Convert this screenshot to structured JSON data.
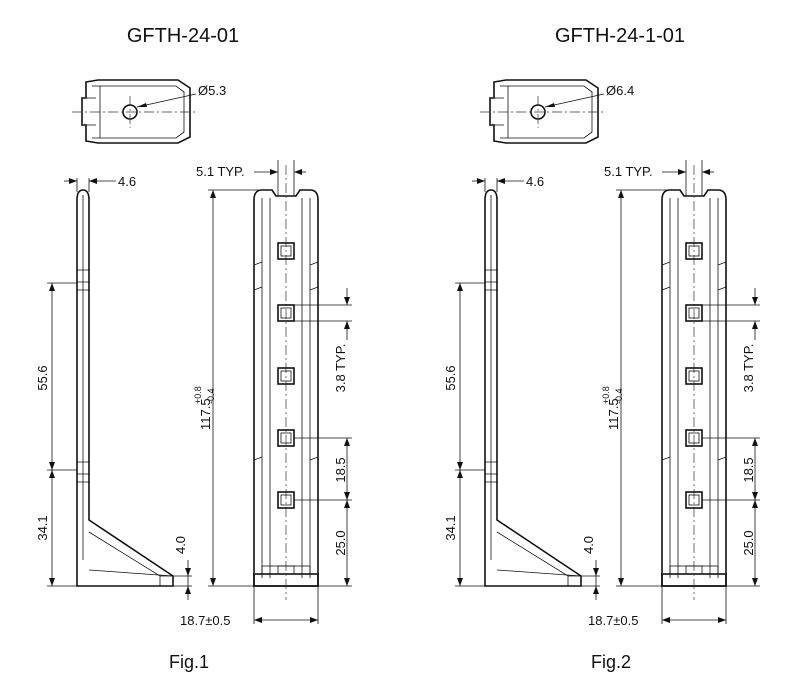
{
  "figures": [
    {
      "part_number": "GFTH-24-01",
      "caption": "Fig.1",
      "hole_diameter": "Ø5.3",
      "hook_width": "4.6",
      "pitch_dim": "5.1 TYP.",
      "pitch_dim_vertical": "3.8 TYP.",
      "slot_spacing": "55.6",
      "lower_section": "34.1",
      "foot_height": "4.0",
      "overall_height": "117.5",
      "overall_tol_upper": "+0.8",
      "overall_tol_lower": "-0.4",
      "slot_pitch": "18.5",
      "bottom_slot": "25.0",
      "base_width": "18.7±0.5"
    },
    {
      "part_number": "GFTH-24-1-01",
      "caption": "Fig.2",
      "hole_diameter": "Ø6.4",
      "hook_width": "4.6",
      "pitch_dim": "5.1 TYP.",
      "pitch_dim_vertical": "3.8 TYP.",
      "slot_spacing": "55.6",
      "lower_section": "34.1",
      "foot_height": "4.0",
      "overall_height": "117.5",
      "overall_tol_upper": "+0.8",
      "overall_tol_lower": "-0.4",
      "slot_pitch": "18.5",
      "bottom_slot": "25.0",
      "base_width": "18.7±0.5"
    }
  ]
}
